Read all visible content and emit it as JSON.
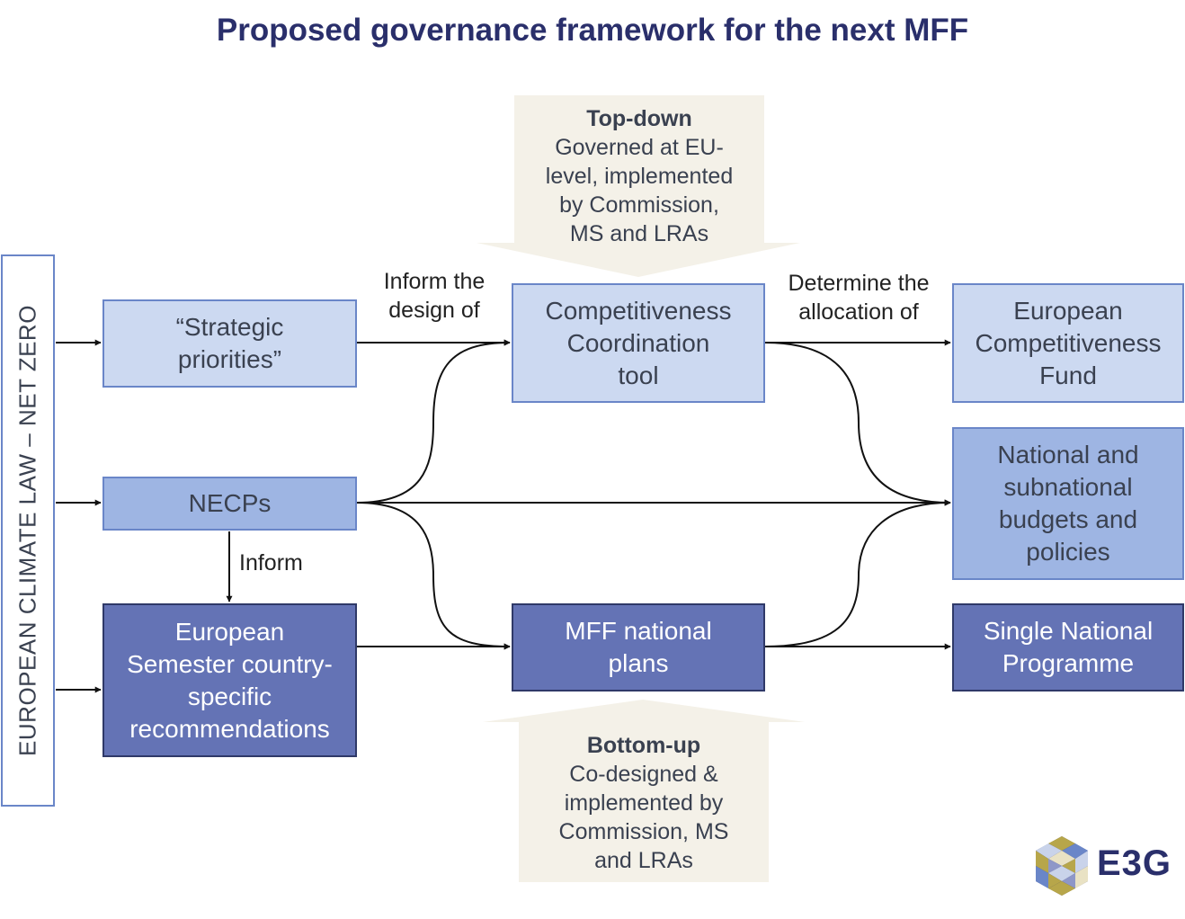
{
  "title": "Proposed governance framework for the next MFF",
  "sidebar_label": "EUROPEAN CLIMATE LAW – NET ZERO",
  "top_down": {
    "heading": "Top-down",
    "lines": [
      "Governed at EU-",
      "level, implemented",
      "by Commission,",
      "MS and LRAs"
    ]
  },
  "bottom_up": {
    "heading": "Bottom-up",
    "lines": [
      "Co-designed &",
      "implemented by",
      "Commission, MS",
      "and LRAs"
    ]
  },
  "boxes": {
    "strategic": [
      "“Strategic",
      "priorities”"
    ],
    "necps": [
      "NECPs"
    ],
    "semester": [
      "European",
      "Semester country-",
      "specific",
      "recommendations"
    ],
    "coordination": [
      "Competitiveness",
      "Coordination",
      "tool"
    ],
    "mff_plans": [
      "MFF national",
      "plans"
    ],
    "ecf": [
      "European",
      "Competitiveness",
      "Fund"
    ],
    "national_budgets": [
      "National and",
      "subnational",
      "budgets and",
      "policies"
    ],
    "single_programme": [
      "Single National",
      "Programme"
    ]
  },
  "edge_labels": {
    "inform_design": [
      "Inform the",
      "design of"
    ],
    "determine_allocation": [
      "Determine the",
      "allocation of"
    ],
    "inform": "Inform"
  },
  "logo": "E3G",
  "colors": {
    "title": "#2a2f6b",
    "light_box": "#ccd9f1",
    "mid_box": "#9eb5e3",
    "dark_box": "#6473b5",
    "callout": "#f4f1e8",
    "arrow": "#111111"
  }
}
